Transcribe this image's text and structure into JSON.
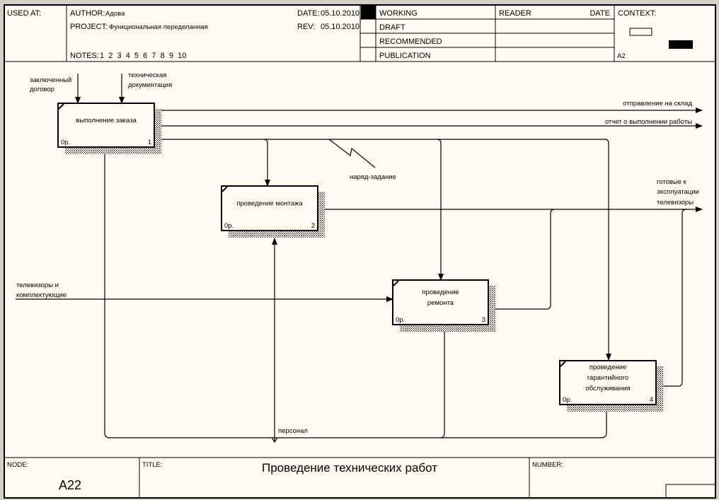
{
  "header": {
    "used_at_label": "USED AT:",
    "author_label": "AUTHOR:",
    "author": "Адова",
    "project_label": "PROJECT:",
    "project": "Функциональная переделанная",
    "date_label": "DATE:",
    "date": "05.10.2010",
    "rev_label": "REV:",
    "rev": "05.10.2010",
    "notes_label": "NOTES:",
    "notes": "1  2  3  4  5  6  7  8  9  10",
    "status": [
      {
        "label": "WORKING",
        "active": true
      },
      {
        "label": "DRAFT",
        "active": false
      },
      {
        "label": "RECOMMENDED",
        "active": false
      },
      {
        "label": "PUBLICATION",
        "active": false
      }
    ],
    "reader_label": "READER",
    "reader_date_label": "DATE",
    "context_label": "CONTEXT:",
    "context_node": "A2"
  },
  "diagram": {
    "boxes": [
      {
        "name": "выполнение заказа",
        "lines": [
          "выполнение заказа"
        ],
        "cost": "0р.",
        "number": "1"
      },
      {
        "name": "проведение монтажа",
        "lines": [
          "проведение монтажа"
        ],
        "cost": "0р.",
        "number": "2"
      },
      {
        "name": "проведение ремонта",
        "lines": [
          "проведение",
          "ремонта"
        ],
        "cost": "0р.",
        "number": "3"
      },
      {
        "name": "проведение гарантийного обслуживания",
        "lines": [
          "проведение",
          "гарантийного",
          "обслуживания"
        ],
        "cost": "0р.",
        "number": "4"
      }
    ],
    "arrows": {
      "contract": [
        "заключенный",
        "договор"
      ],
      "tech_docs": [
        "техническая",
        "документация"
      ],
      "shipping": "отправление на склад",
      "report": "отчет о выполнении работы",
      "work_order": "наряд-задание",
      "ready_tvs": [
        "готовые к",
        "эксплуатации",
        "телевизоры"
      ],
      "tvs_parts": [
        "телевизоры и",
        "комплектующие"
      ],
      "staff": "персонал"
    }
  },
  "footer": {
    "node_label": "NODE:",
    "node": "A22",
    "title_label": "TITLE:",
    "title": "Проведение технических работ",
    "number_label": "NUMBER:"
  }
}
